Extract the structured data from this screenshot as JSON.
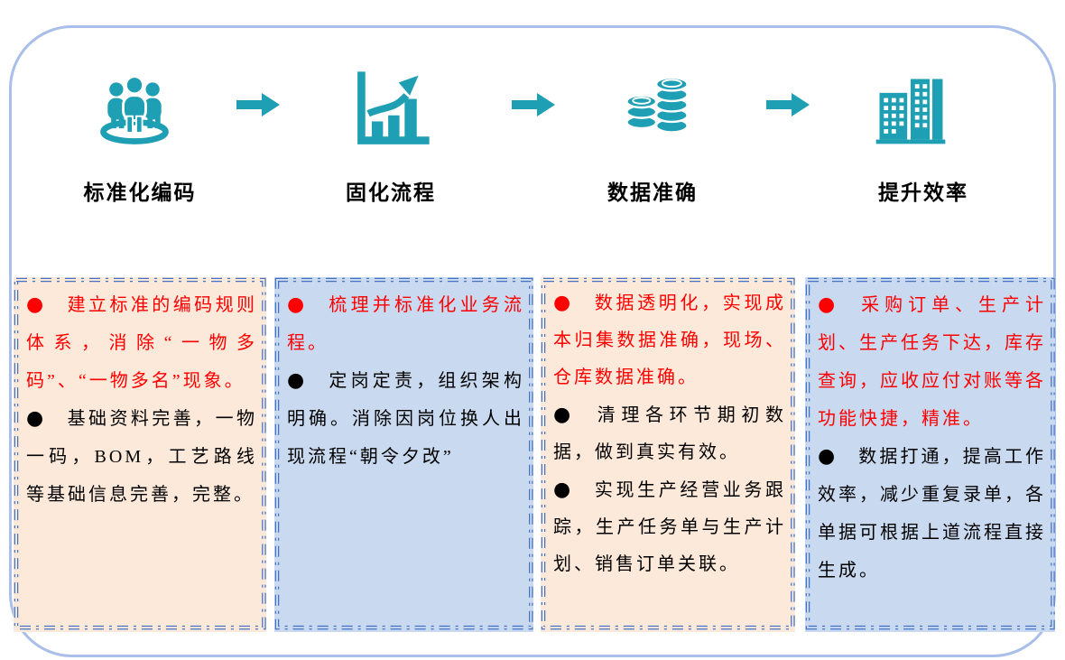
{
  "bullet_glyph": "●",
  "colors": {
    "accent_teal": "#1F9FB3",
    "frame_border": "#A9BEE9",
    "box_dash_border": "#4472C4",
    "peach_box_bg": "#FCE9DA",
    "blue_box_bg": "#C9D9EF",
    "red_text": "#FF0000",
    "black_text": "#000000"
  },
  "steps": [
    {
      "label": "标准化编码",
      "icon": "people-group-icon"
    },
    {
      "label": "固化流程",
      "icon": "bar-chart-growth-icon"
    },
    {
      "label": "数据准确",
      "icon": "coin-stacks-icon"
    },
    {
      "label": "提升效率",
      "icon": "buildings-icon"
    }
  ],
  "boxes": [
    {
      "theme": "peach",
      "items": [
        {
          "color": "red",
          "text": "建立标准的编码规则体系，消除“一物多码”、“一物多名”现象。"
        },
        {
          "color": "black",
          "text": "基础资料完善，一物一码，BOM，工艺路线等基础信息完善，完整。"
        }
      ]
    },
    {
      "theme": "blue",
      "items": [
        {
          "color": "red",
          "text": "梳理并标准化业务流程。"
        },
        {
          "color": "black",
          "text": "定岗定责，组织架构明确。消除因岗位换人出现流程“朝令夕改”"
        }
      ]
    },
    {
      "theme": "peach",
      "items": [
        {
          "color": "red",
          "text": "数据透明化，实现成本归集数据准确，现场、仓库数据准确。"
        },
        {
          "color": "black",
          "text": "清理各环节期初数据，做到真实有效。"
        },
        {
          "color": "black",
          "text": "实现生产经营业务跟踪，生产任务单与生产计划、销售订单关联。"
        }
      ]
    },
    {
      "theme": "blue",
      "items": [
        {
          "color": "red",
          "text": "采购订单、生产计划、生产任务下达，库存查询，应收应付对账等各功能快捷，精准。"
        },
        {
          "color": "black",
          "text": "数据打通，提高工作效率，减少重复录单，各单据可根据上道流程直接生成。"
        }
      ]
    }
  ]
}
